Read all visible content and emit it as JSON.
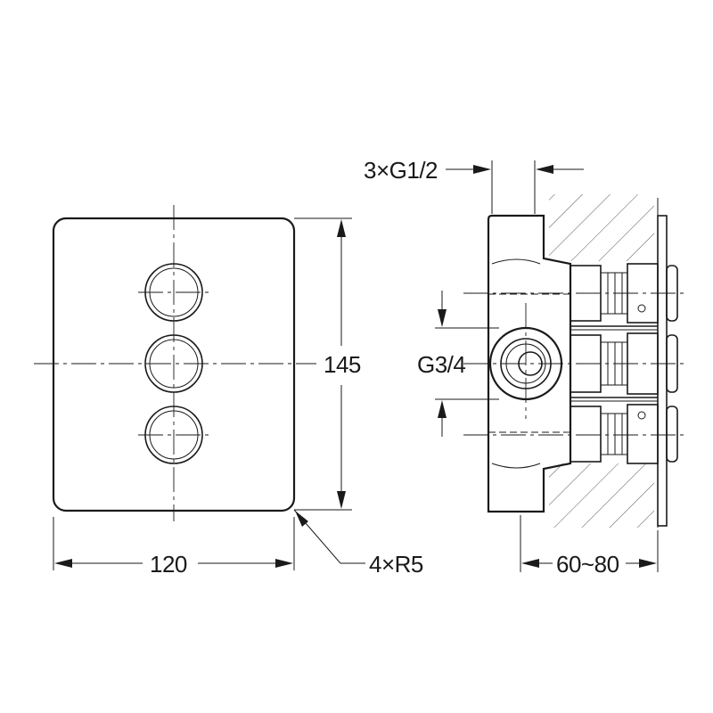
{
  "dimensions": {
    "width": "120",
    "height": "145",
    "corner_radius": "4×R5",
    "inlet_thread": "3×G1/2",
    "outlet_thread": "G3/4",
    "wall_depth": "60~80"
  },
  "front_view": {
    "button_count": 3
  },
  "colors": {
    "line": "#1a1a1a",
    "background": "#ffffff"
  }
}
